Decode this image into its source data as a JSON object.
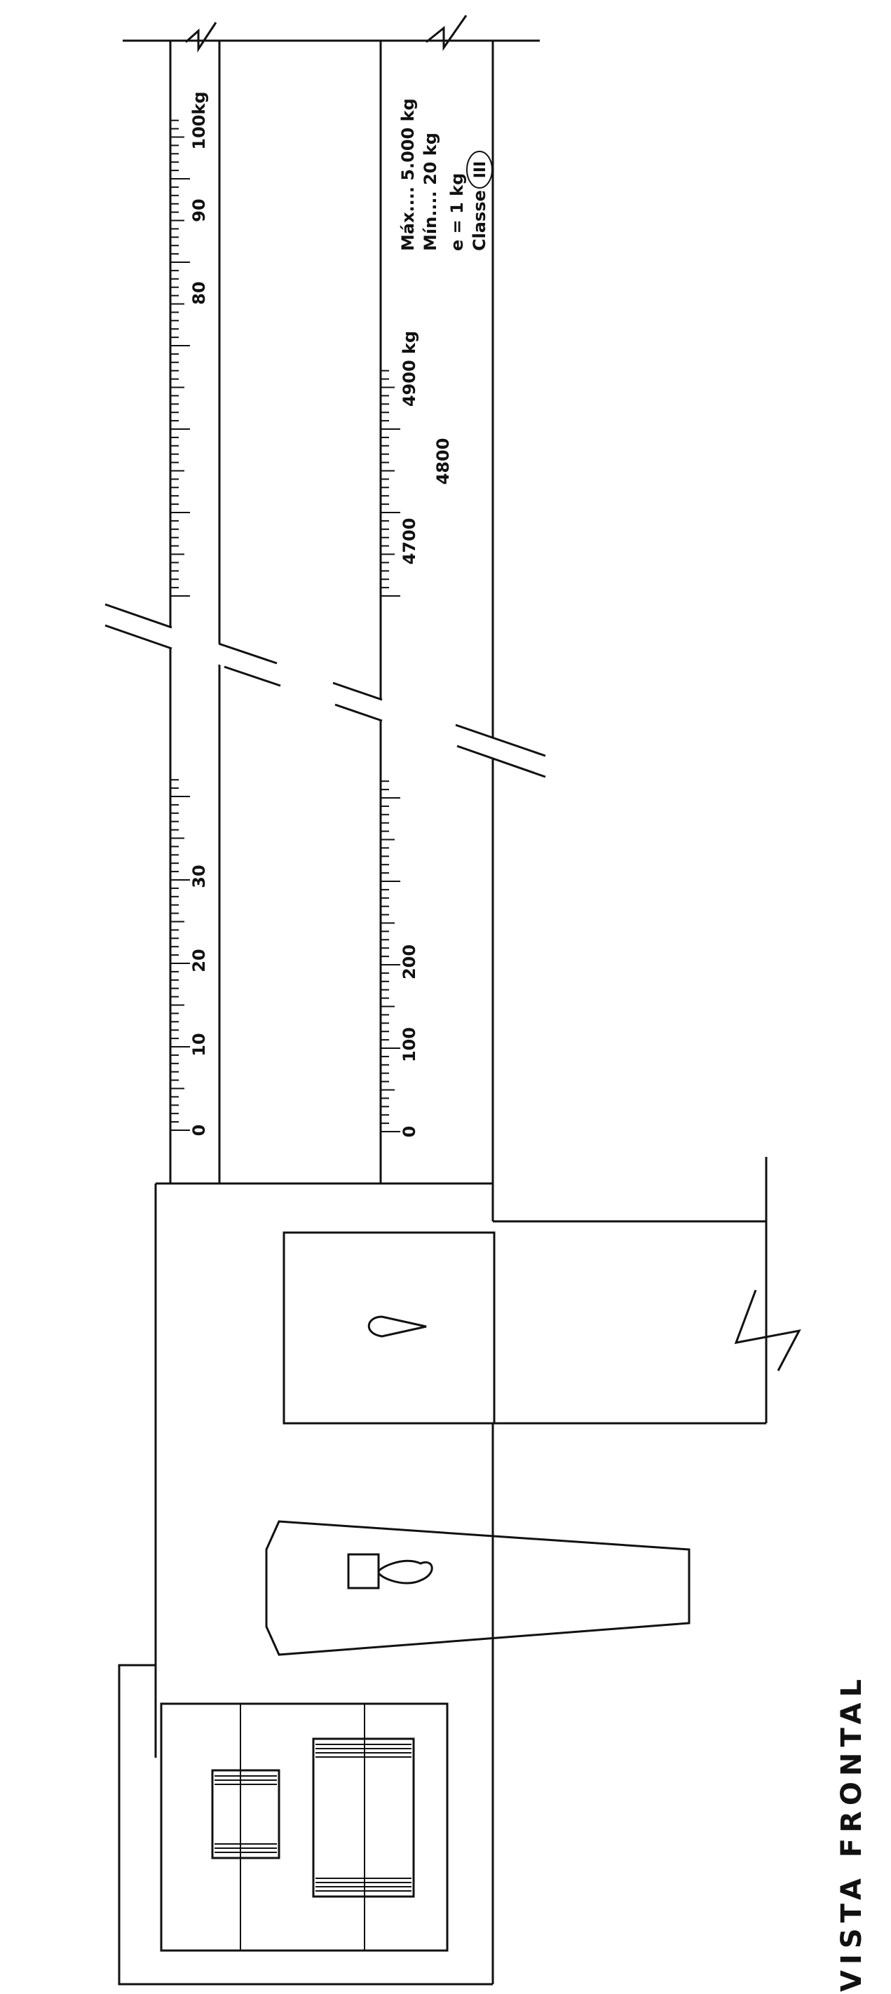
{
  "title": "VISTA FRONTAL",
  "upper_scale": {
    "ticks": [
      "0",
      "10",
      "20",
      "30",
      "80",
      "90",
      "100kg"
    ]
  },
  "lower_scale": {
    "ticks": [
      "0",
      "100",
      "200",
      "4700",
      "4800",
      "4900 kg"
    ]
  },
  "specs": {
    "max": "Máx.... 5.000 kg",
    "min": "Mín.... 20 kg",
    "e": "e = 1 kg",
    "class_label": "Classe",
    "class_value": "III"
  }
}
